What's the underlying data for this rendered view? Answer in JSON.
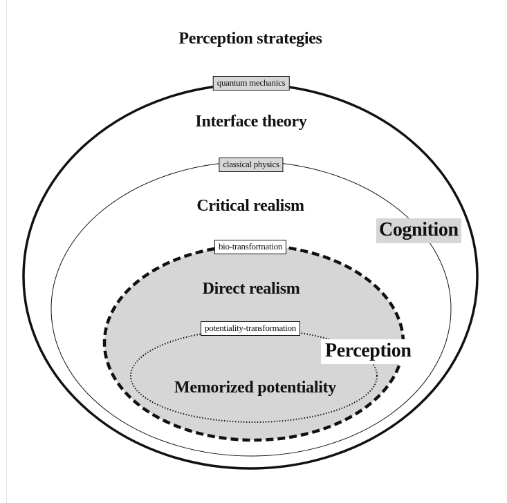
{
  "title": "Perception strategies",
  "layers": {
    "interface": "Interface theory",
    "critical": "Critical realism",
    "direct": "Direct realism",
    "memorized": "Memorized potentiality"
  },
  "boundaries": {
    "quantum": "quantum mechanics",
    "classical": "classical physics",
    "bio": "bio-transformation",
    "potentiality": "potentiality-transformation"
  },
  "regions": {
    "cognition": "Cognition",
    "perception": "Perception"
  },
  "colors": {
    "fill_perception": "#d6d6d6",
    "stroke": "#111111"
  }
}
